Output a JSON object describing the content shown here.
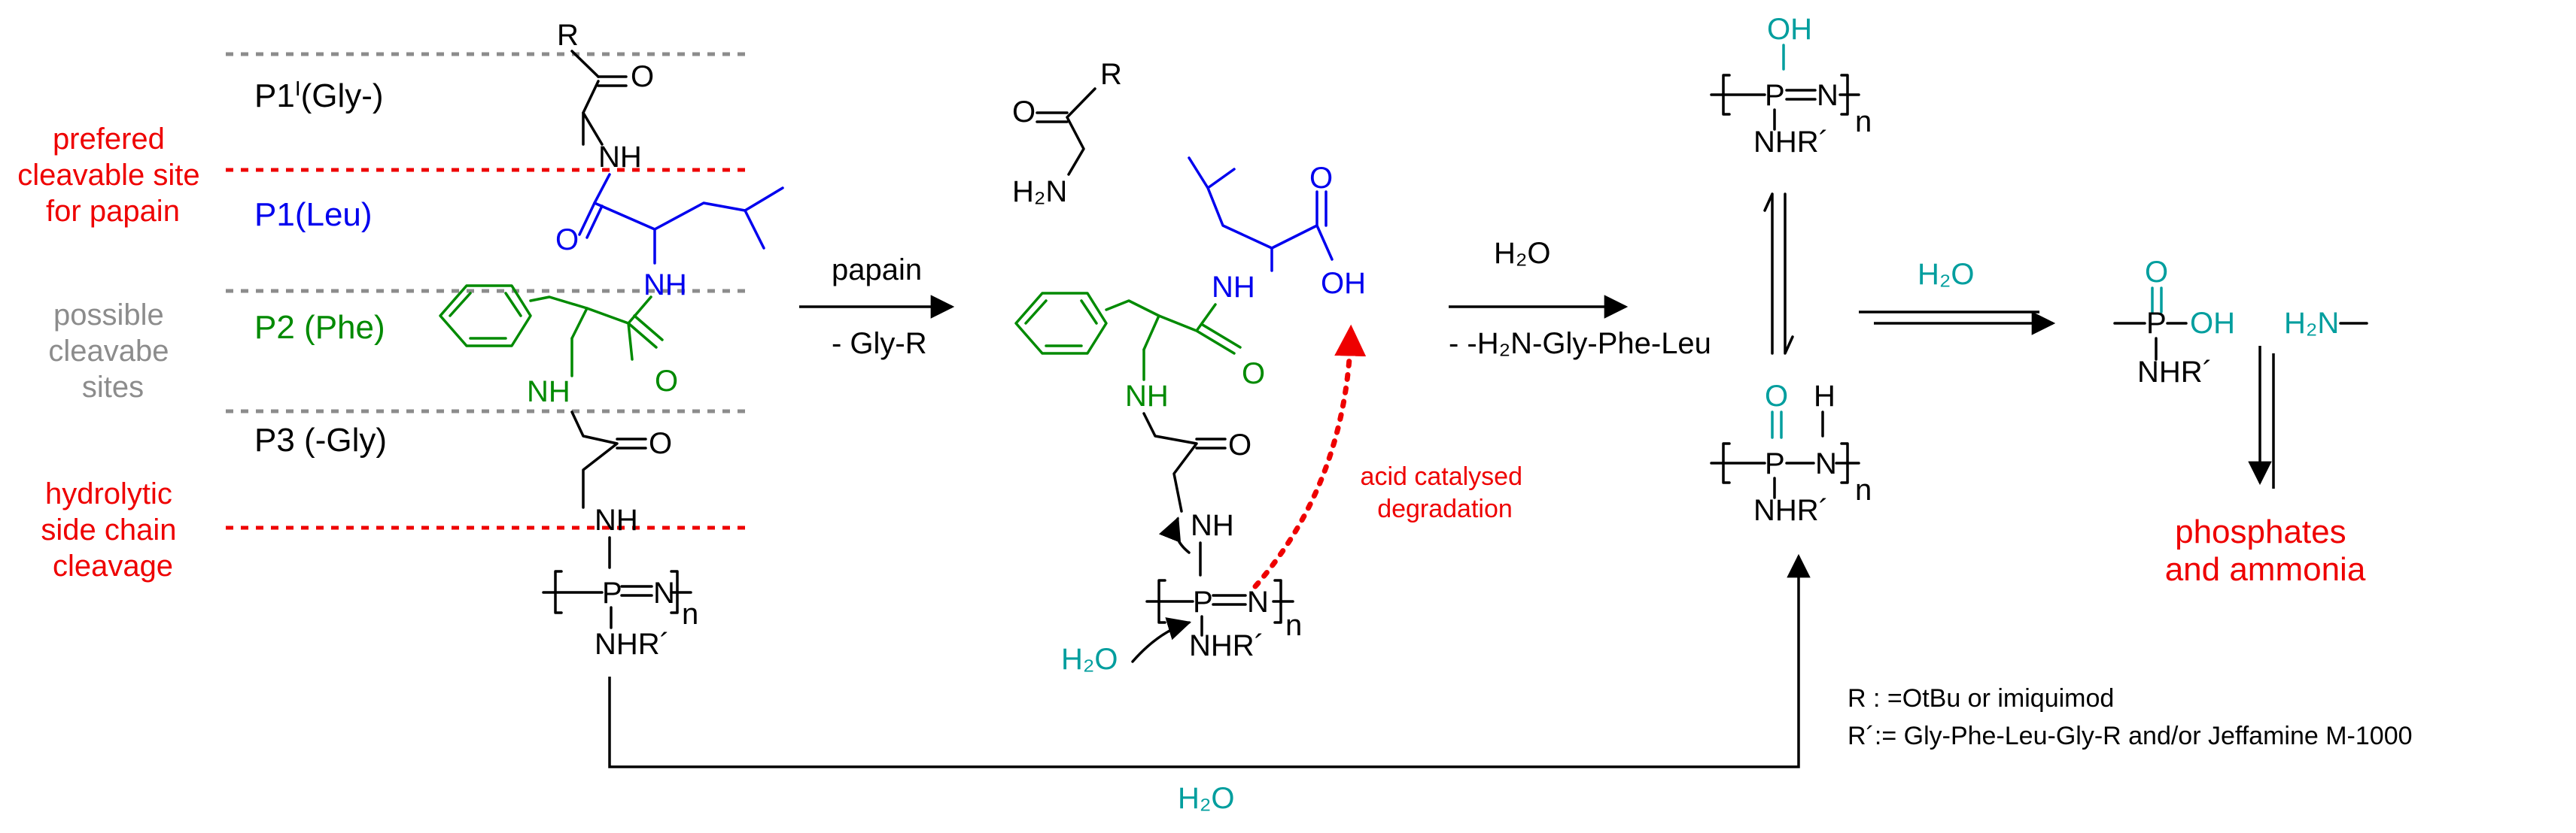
{
  "colors": {
    "black": "#000000",
    "red": "#ee0000",
    "blue": "#0000ee",
    "green": "#008a00",
    "teal": "#009e9e",
    "grey": "#8c8c8c"
  },
  "left_panel": {
    "site_p1prime": "P1",
    "site_p1prime_sup": "I",
    "site_p1prime_suffix": "(Gly-)",
    "site_p1": "P1(Leu)",
    "site_p2": "P2 (Phe)",
    "site_p3": "P3 (-Gly)",
    "note_papain": [
      "prefered",
      "cleavable site",
      "for papain"
    ],
    "note_possible": [
      "possible",
      "cleavabe",
      "sites"
    ],
    "note_hydrolytic": [
      "hydrolytic",
      "side chain",
      "cleavage"
    ]
  },
  "atoms": {
    "R": "R",
    "O": "O",
    "NH": "NH",
    "N": "N",
    "P": "P",
    "H": "H",
    "OH": "OH",
    "NHR_prime": "NHR´",
    "H2N": "H₂N",
    "H2O": "H₂O",
    "n": "n"
  },
  "arrows": {
    "papain_top": "papain",
    "papain_bottom": "- Gly-R",
    "h2o_top": "H₂O",
    "h2o_bottom": "- -H₂N-Gly-Phe-Leu",
    "h2o_teal": "H₂O",
    "h2o_bottom_path": "H₂O"
  },
  "acid_note": [
    "acid catalysed",
    "degradation"
  ],
  "products": [
    "phosphates",
    "and ammonia"
  ],
  "legend": {
    "r_def": "R : =OtBu or imiquimod",
    "rprime_def": "R´:= Gly-Phe-Leu-Gly-R and/or Jeffamine M-1000"
  }
}
